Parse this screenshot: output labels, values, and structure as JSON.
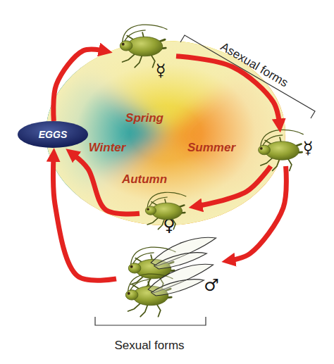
{
  "diagram": {
    "nodes": [
      {
        "text": [
          "Spring",
          "Winter",
          "Summer",
          "Autumn"
        ]
      },
      {
        "text": [
          "EGGS"
        ]
      },
      {
        "text": [
          "☿"
        ]
      },
      {
        "text": [
          "☿"
        ]
      },
      {
        "text": [
          "♀"
        ]
      },
      {
        "text": [
          "♂"
        ]
      }
    ],
    "edges": [
      {
        "from": 1,
        "to": 2,
        "arrow": "to"
      },
      {
        "from": 2,
        "to": 3,
        "arrow": "to"
      },
      {
        "from": 3,
        "to": 4,
        "arrow": "to"
      },
      {
        "from": 3,
        "to": 5,
        "arrow": "to"
      },
      {
        "from": 4,
        "to": 1,
        "arrow": "to"
      },
      {
        "from": 5,
        "to": 1,
        "arrow": "to"
      }
    ],
    "labels": [
      "Asexual forms",
      "Sexual forms"
    ]
  }
}
